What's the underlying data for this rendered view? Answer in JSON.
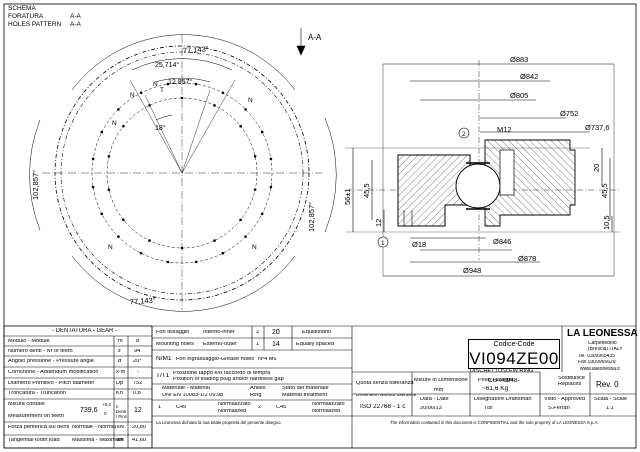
{
  "header": {
    "line1_left": "SCHEMA FORATURA",
    "line1_right": "A-A",
    "line2_left": "HOLES PATTERN",
    "line2_right": "A-A"
  },
  "left_view": {
    "angle_top": "77,143°",
    "angle_bottom": "77,143°",
    "angle_left": "102,857°",
    "angle_right": "102,857°",
    "angle_a": "25,714°",
    "angle_b": "12,857°",
    "angle_c": "18°",
    "marks": [
      "N",
      "T",
      "N",
      "N",
      "N",
      "N",
      "N"
    ]
  },
  "section": {
    "view_label": "A-A",
    "d883": "Ø883",
    "d842": "Ø842",
    "d805": "Ø805",
    "d752": "Ø752",
    "d737": "Ø737,6",
    "m12": "M12",
    "d18": "Ø18",
    "d846": "Ø846",
    "d878": "Ø878",
    "d948": "Ø948",
    "h56": "56±1",
    "h45": "45,5",
    "h12": "12",
    "h20": "20",
    "h45r": "45,5",
    "h10": "10,5",
    "ref1": "1",
    "ref2": "2"
  },
  "gear_table": {
    "title": "- DENTATURA - GEAR -",
    "rows": [
      {
        "label": "Modulo - Module",
        "sym": "m",
        "val": "8"
      },
      {
        "label": "Numero denti - Nr of teeth",
        "sym": "z",
        "val": "94"
      },
      {
        "label": "Angolo pressione - Pressure angle",
        "sym": "α",
        "val": "20°"
      },
      {
        "label": "Correzione - Addendum modification",
        "sym": "x·m",
        "val": "-"
      },
      {
        "label": "Diametro Primitivo - Pitch diameter",
        "sym": "Dp",
        "val": "752"
      },
      {
        "label": "Troncatura - Truncation",
        "sym": "Kn",
        "val": "0,8"
      }
    ],
    "chord_label": "Misura cordale",
    "chord_label2": "Measurement on teeth",
    "chord_val": "739,6",
    "chord_tol_up": "+0,3",
    "chord_tol_dn": "0",
    "chord_sym": "n Denti / Pins",
    "chord_n": "12",
    "force1_label": "Forza periferica sui denti",
    "force1_kind": "Normale - Normal",
    "force1_unit": "kN",
    "force1_val": "20,80",
    "force2_label": "Tangential tooth load",
    "force2_kind": "Massima - Maximum",
    "force2_unit": "kN",
    "force2_val": "41,60"
  },
  "fix_table": {
    "r1_label": "Fori fissaggio",
    "r1_kind": "Interno-inner",
    "r1_ref": "2",
    "r1_val": "20",
    "r1_note": "Equidistanti",
    "r2_label": "Mounting holes",
    "r2_kind": "Esterno-outer",
    "r2_ref": "1",
    "r2_val": "14",
    "r2_note": "Equally spaced",
    "r3_label": "N/M1",
    "r3_text": "Fori ingrassaggio-Grease holes",
    "r3_val": "Nº4 M6",
    "r4_label": "T/T1",
    "r4_text1": "Posizione tappo e/o raccordo di tempra",
    "r4_text2": "Position of loading plug and/or hardness gap",
    "mat_label1": "Materiale - Material",
    "mat_label2": "UNI EN 10083-1/2 09.98",
    "mat_kind": "Anello",
    "mat_kind2": "Ring",
    "state_label1": "Stato del materiale",
    "state_label2": "Material treatment",
    "mat1_ref": "1",
    "mat1": "C45",
    "mat1_state": "Normalizzato",
    "mat1_state2": "Normalized",
    "mat2_ref": "2",
    "mat2": "C45",
    "mat2_state": "Normalizzato",
    "mat2_state2": "Normalized"
  },
  "title_block": {
    "code_title": "Codice-Code",
    "code": "VI094ZE00",
    "brand": "LA LEONESSA",
    "desc1": "DISCHETTO",
    "desc2": "SLEW RING",
    "desc3": "CB-I-0948-",
    "city1": "Carpenedolo",
    "city2": "(Brescia) ITALY",
    "tel": "Tel. 0309965435",
    "fax": "Fax 0309965629",
    "web": "www.laleonessa.it",
    "q_label1": "Quota senza tolleranza",
    "q_label2": "Dimension without tolerance",
    "q_val": "ISO 22768 - 1 c",
    "unit_label1": "Misure in Dimensione",
    "unit_val": "mm",
    "weight_label": "Peso - Weight",
    "weight_val": "~61,6 Kg",
    "surf_label1": "Sostituisce",
    "surf_label2": "Replaces",
    "rev": "Rev. 0",
    "date_label": "Data - Date",
    "date_val": "20/06/13",
    "drafter_label": "Disegnatore Draftsman",
    "drafter_val": "Tizi",
    "approved_label": "Visto - Approved",
    "approved_val": "S.Ferrari",
    "scale_label": "Scala - Scale",
    "scale_val": "1:1"
  },
  "footer": {
    "note_left": "La Leonessa dichiara la sua totale proprietà del presente disegno.",
    "note_right": "The information contained in this document is CONFIDENTIAL and the sole property of LA LEONESSA S.p.A."
  }
}
